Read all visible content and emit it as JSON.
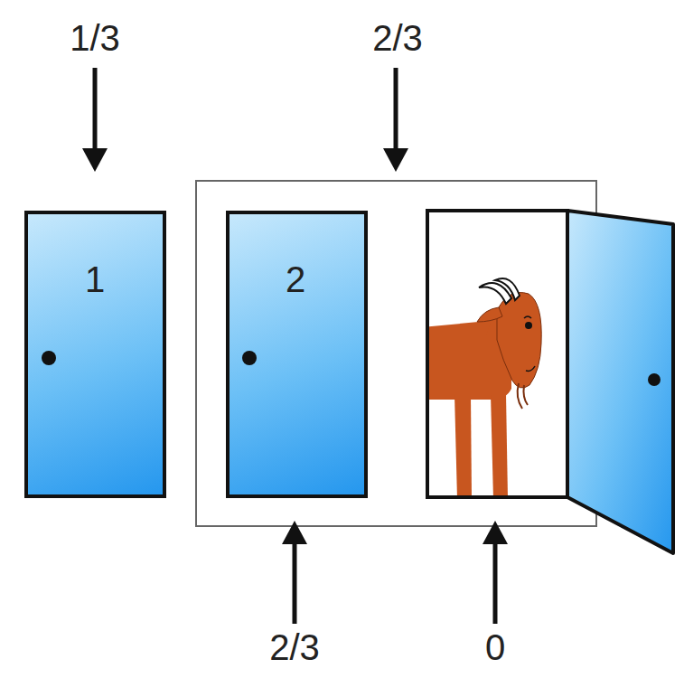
{
  "diagram": {
    "nodes": [
      {
        "text": [
          "1"
        ]
      },
      {
        "text": [
          "2"
        ]
      }
    ],
    "labels": [
      "1/3",
      "2/3",
      "2/3",
      "0"
    ]
  }
}
